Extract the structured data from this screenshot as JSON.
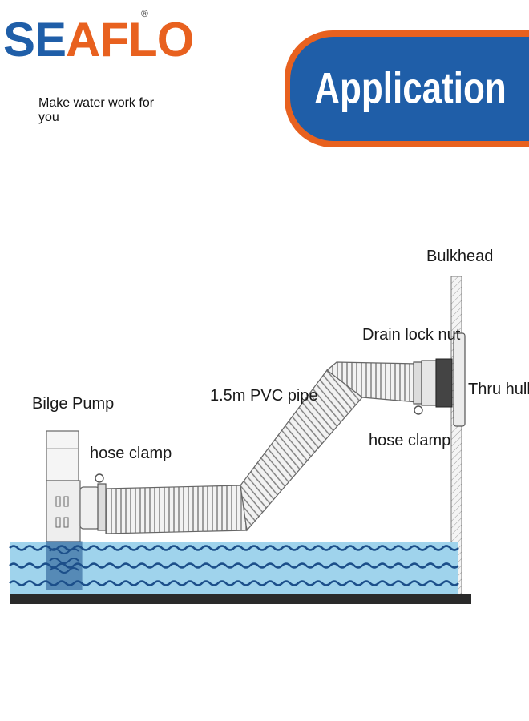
{
  "brand": {
    "logo_part1": "SE",
    "logo_part2": "A",
    "logo_part3": "FLO",
    "registered": "®",
    "tagline": "Make water work for you",
    "blue": "#1f5ea8",
    "orange": "#e8611f"
  },
  "banner": {
    "title": "Application"
  },
  "diagram": {
    "labels": {
      "bulkhead": "Bulkhead",
      "drain_lock_nut": "Drain lock nut",
      "thru_hull": "Thru hull",
      "pvc_pipe": "1.5m PVC pipe",
      "bilge_pump": "Bilge Pump",
      "hose_clamp_left": "hose clamp",
      "hose_clamp_right": "hose clamp"
    },
    "water_color": "#9fd3ec",
    "wave_color": "#1c4f8a"
  }
}
